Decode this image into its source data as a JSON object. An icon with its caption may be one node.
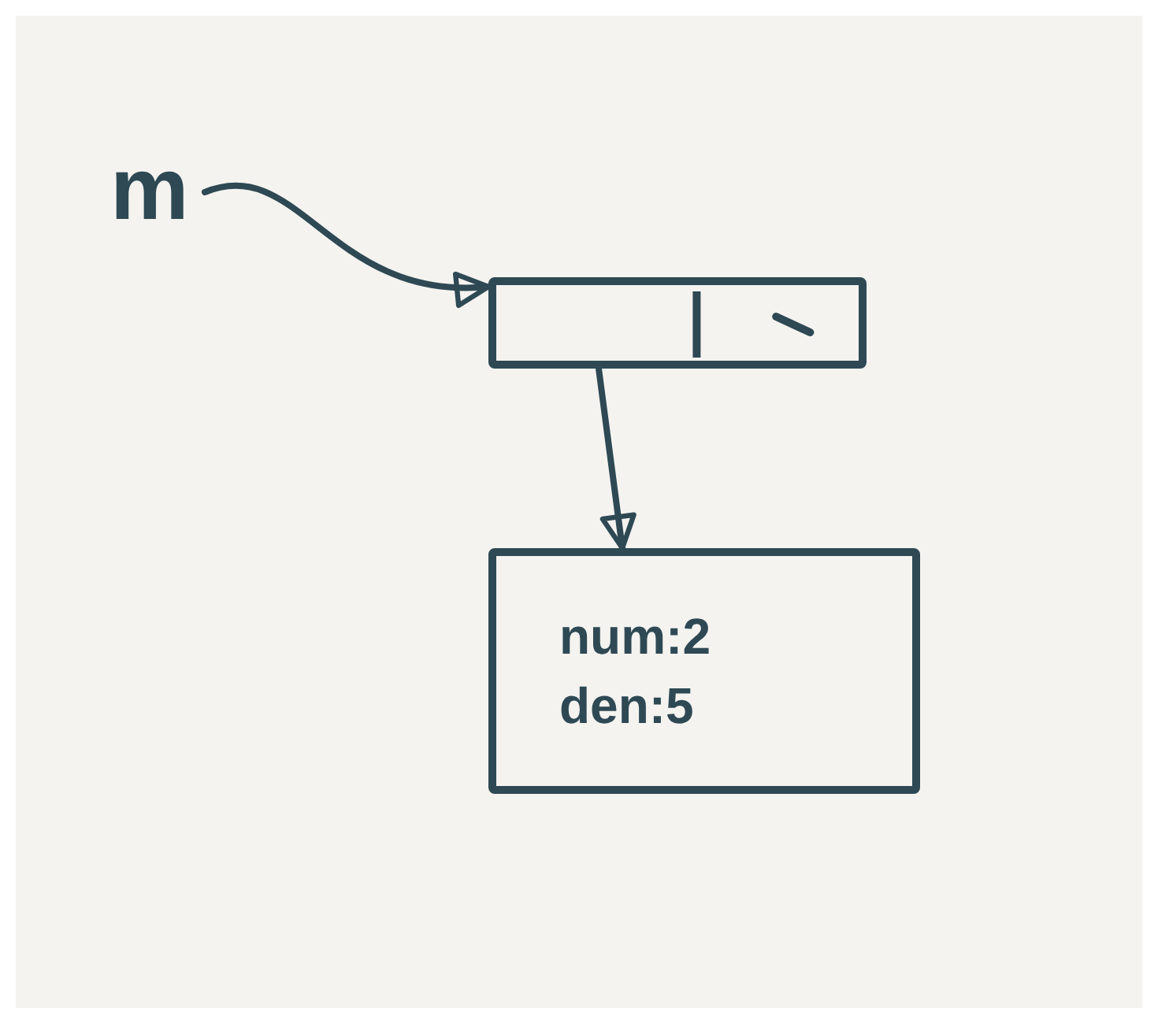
{
  "diagram": {
    "nodes": [
      {
        "text": [
          "m"
        ]
      },
      {
        "text": [],
        "shape": "box"
      },
      {
        "text": [
          "num:2",
          "den:5"
        ]
      }
    ],
    "edges": [
      {
        "from": 0,
        "to": 1,
        "arrow": "to"
      },
      {
        "from": 1,
        "to": 2,
        "arrow": "to"
      }
    ]
  }
}
